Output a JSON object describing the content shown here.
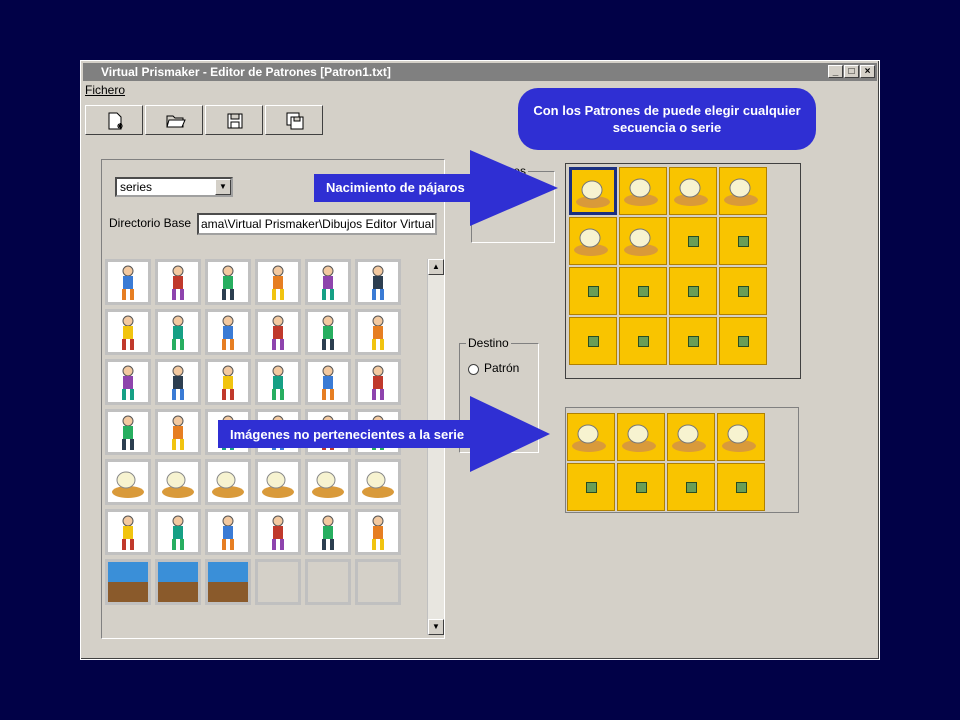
{
  "window": {
    "title": "Virtual Prismaker - Editor de Patrones [Patron1.txt]",
    "controls": [
      "_",
      "□",
      "×"
    ]
  },
  "menu": {
    "fichero": "Fichero"
  },
  "toolbar": {
    "buttons": [
      "new-file-icon",
      "open-folder-icon",
      "save-icon",
      "save-as-icon"
    ]
  },
  "series_select": {
    "value": "series"
  },
  "directorio": {
    "label": "Directorio Base",
    "value": "ama\\Virtual Prismaker\\Dibujos Editor Virtual"
  },
  "patrones_group": {
    "label": "Patrones"
  },
  "destino": {
    "label": "Destino",
    "radio_label": "Patrón"
  },
  "callouts": {
    "top": "Con los Patrones de puede elegir cualquier secuencia o serie",
    "nacimiento": "Nacimiento de pájaros",
    "imagenes": "Imágenes no pertenecientes a la serie"
  },
  "colors": {
    "background": "#010147",
    "callout": "#2f2fd3",
    "cell_yellow": "#f9c400"
  }
}
